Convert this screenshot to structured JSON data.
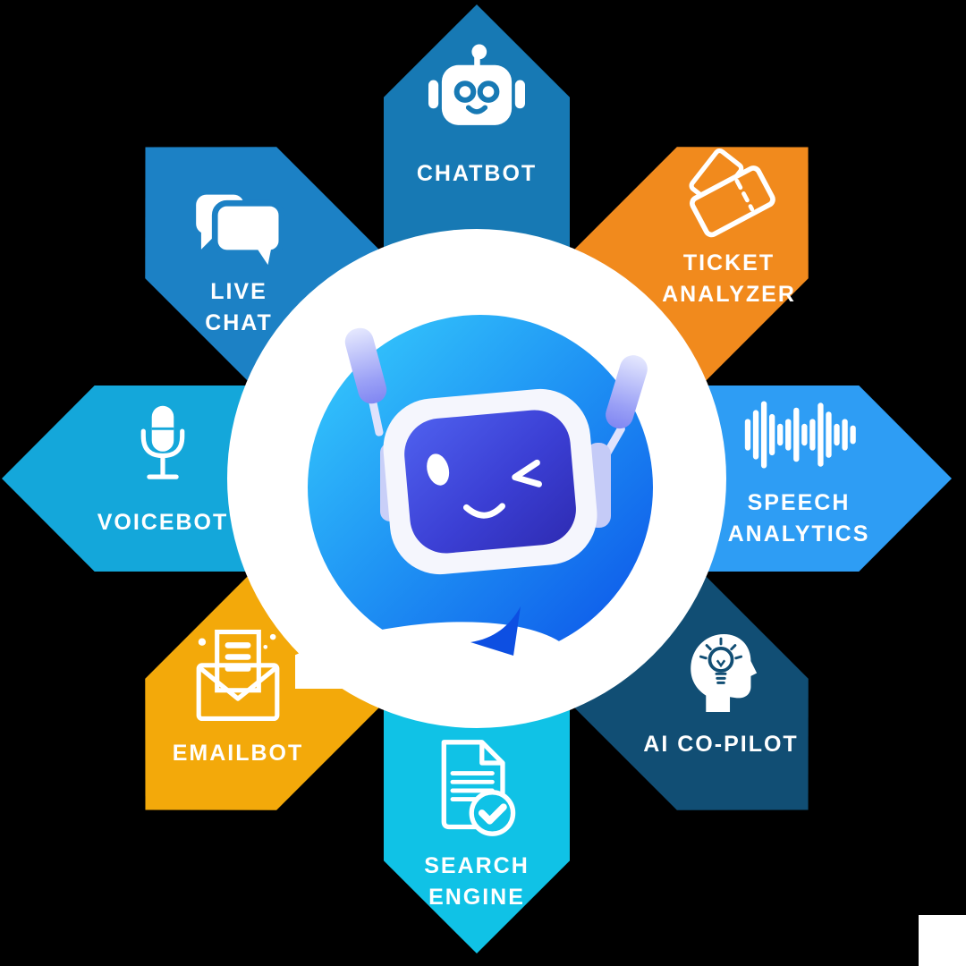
{
  "diagram": {
    "type": "hub-and-spoke infographic",
    "background_color": "#000000",
    "hub": {
      "shape": "circle",
      "color": "#ffffff",
      "mascot": "winking robot in blue chat bubble"
    },
    "corner_square_color": "#ffffff"
  },
  "mascot": {
    "name": "chatbot-mascot",
    "bubble_gradient": [
      "#38d0fd",
      "#1f93f4",
      "#0b51e8"
    ],
    "screen_gradient": [
      "#4f61ef",
      "#3b3fd4",
      "#2e2bb2"
    ],
    "antenna_gradient": [
      "#e5e8fe",
      "#8187f2"
    ],
    "face_frame_color": "#f5f6fd",
    "expression": "wink-and-smile"
  },
  "segments": [
    {
      "id": "chatbot",
      "label_lines": [
        "CHATBOT"
      ],
      "color": "#1779b4",
      "icon": "robot-head-icon",
      "direction": "up"
    },
    {
      "id": "ticket-analyzer",
      "label_lines": [
        "TICKET",
        "ANALYZER"
      ],
      "color": "#f18a1d",
      "icon": "tickets-icon",
      "direction": "up-right"
    },
    {
      "id": "speech-analytics",
      "label_lines": [
        "SPEECH",
        "ANALYTICS"
      ],
      "color": "#2e9df4",
      "icon": "soundwave-icon",
      "direction": "right"
    },
    {
      "id": "ai-co-pilot",
      "label_lines": [
        "AI CO-PILOT"
      ],
      "color": "#114e74",
      "icon": "head-lightbulb-icon",
      "direction": "down-right"
    },
    {
      "id": "search-engine",
      "label_lines": [
        "SEARCH",
        "ENGINE"
      ],
      "color": "#10c2e6",
      "icon": "document-check-icon",
      "direction": "down"
    },
    {
      "id": "emailbot",
      "label_lines": [
        "EMAILBOT"
      ],
      "color": "#f3a90a",
      "icon": "open-envelope-icon",
      "direction": "down-left"
    },
    {
      "id": "voicebot",
      "label_lines": [
        "VOICEBOT"
      ],
      "color": "#14a7da",
      "icon": "microphone-icon",
      "direction": "left"
    },
    {
      "id": "live-chat",
      "label_lines": [
        "LIVE",
        "CHAT"
      ],
      "color": "#1c81c5",
      "icon": "chat-bubbles-icon",
      "direction": "up-left"
    }
  ]
}
